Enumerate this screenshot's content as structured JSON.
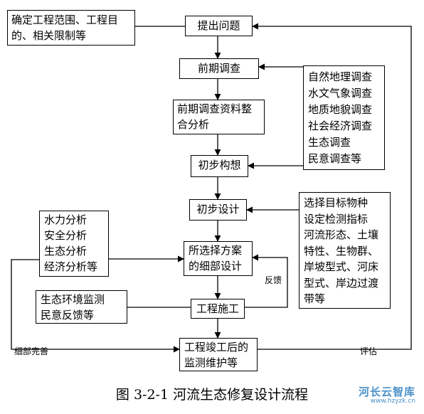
{
  "flow": {
    "propose": "提出问题",
    "survey": "前期调查",
    "analysis": "前期调查资料整合分析",
    "concept": "初步构想",
    "prelim_design": "初步设计",
    "detail_design": "所选择方案的细部设计",
    "construction": "工程施工",
    "monitoring": "工程竣工后的监测维护等"
  },
  "side": {
    "scope": [
      "确定工程范围、工程目",
      "的、相关限制等"
    ],
    "surveys": [
      "自然地理调查",
      "水文气象调查",
      "地质地貌调查",
      "社会经济调查",
      "生态调查",
      "民意调查等"
    ],
    "indicators": [
      "选择目标物种",
      "设定检测指标",
      "河流形态、土壤",
      "特性、生物群、",
      "岸坡型式、河床",
      "型式、岸边过渡",
      "带等"
    ],
    "analyses": [
      "水力分析",
      "安全分析",
      "生态分析",
      "经济分析等"
    ],
    "monitor_feedback": [
      "生态环境监测",
      "民意反馈等"
    ]
  },
  "labels": {
    "feedback": "反馈",
    "refine": "细部完善",
    "evaluate": "评估"
  },
  "caption": "图 3-2-1  河流生态修复设计流程",
  "watermark": {
    "name": "河长云智库",
    "url": "www.hzyzk.cn"
  },
  "colors": {
    "line": "#000000",
    "watermark": "#4a90c8"
  }
}
